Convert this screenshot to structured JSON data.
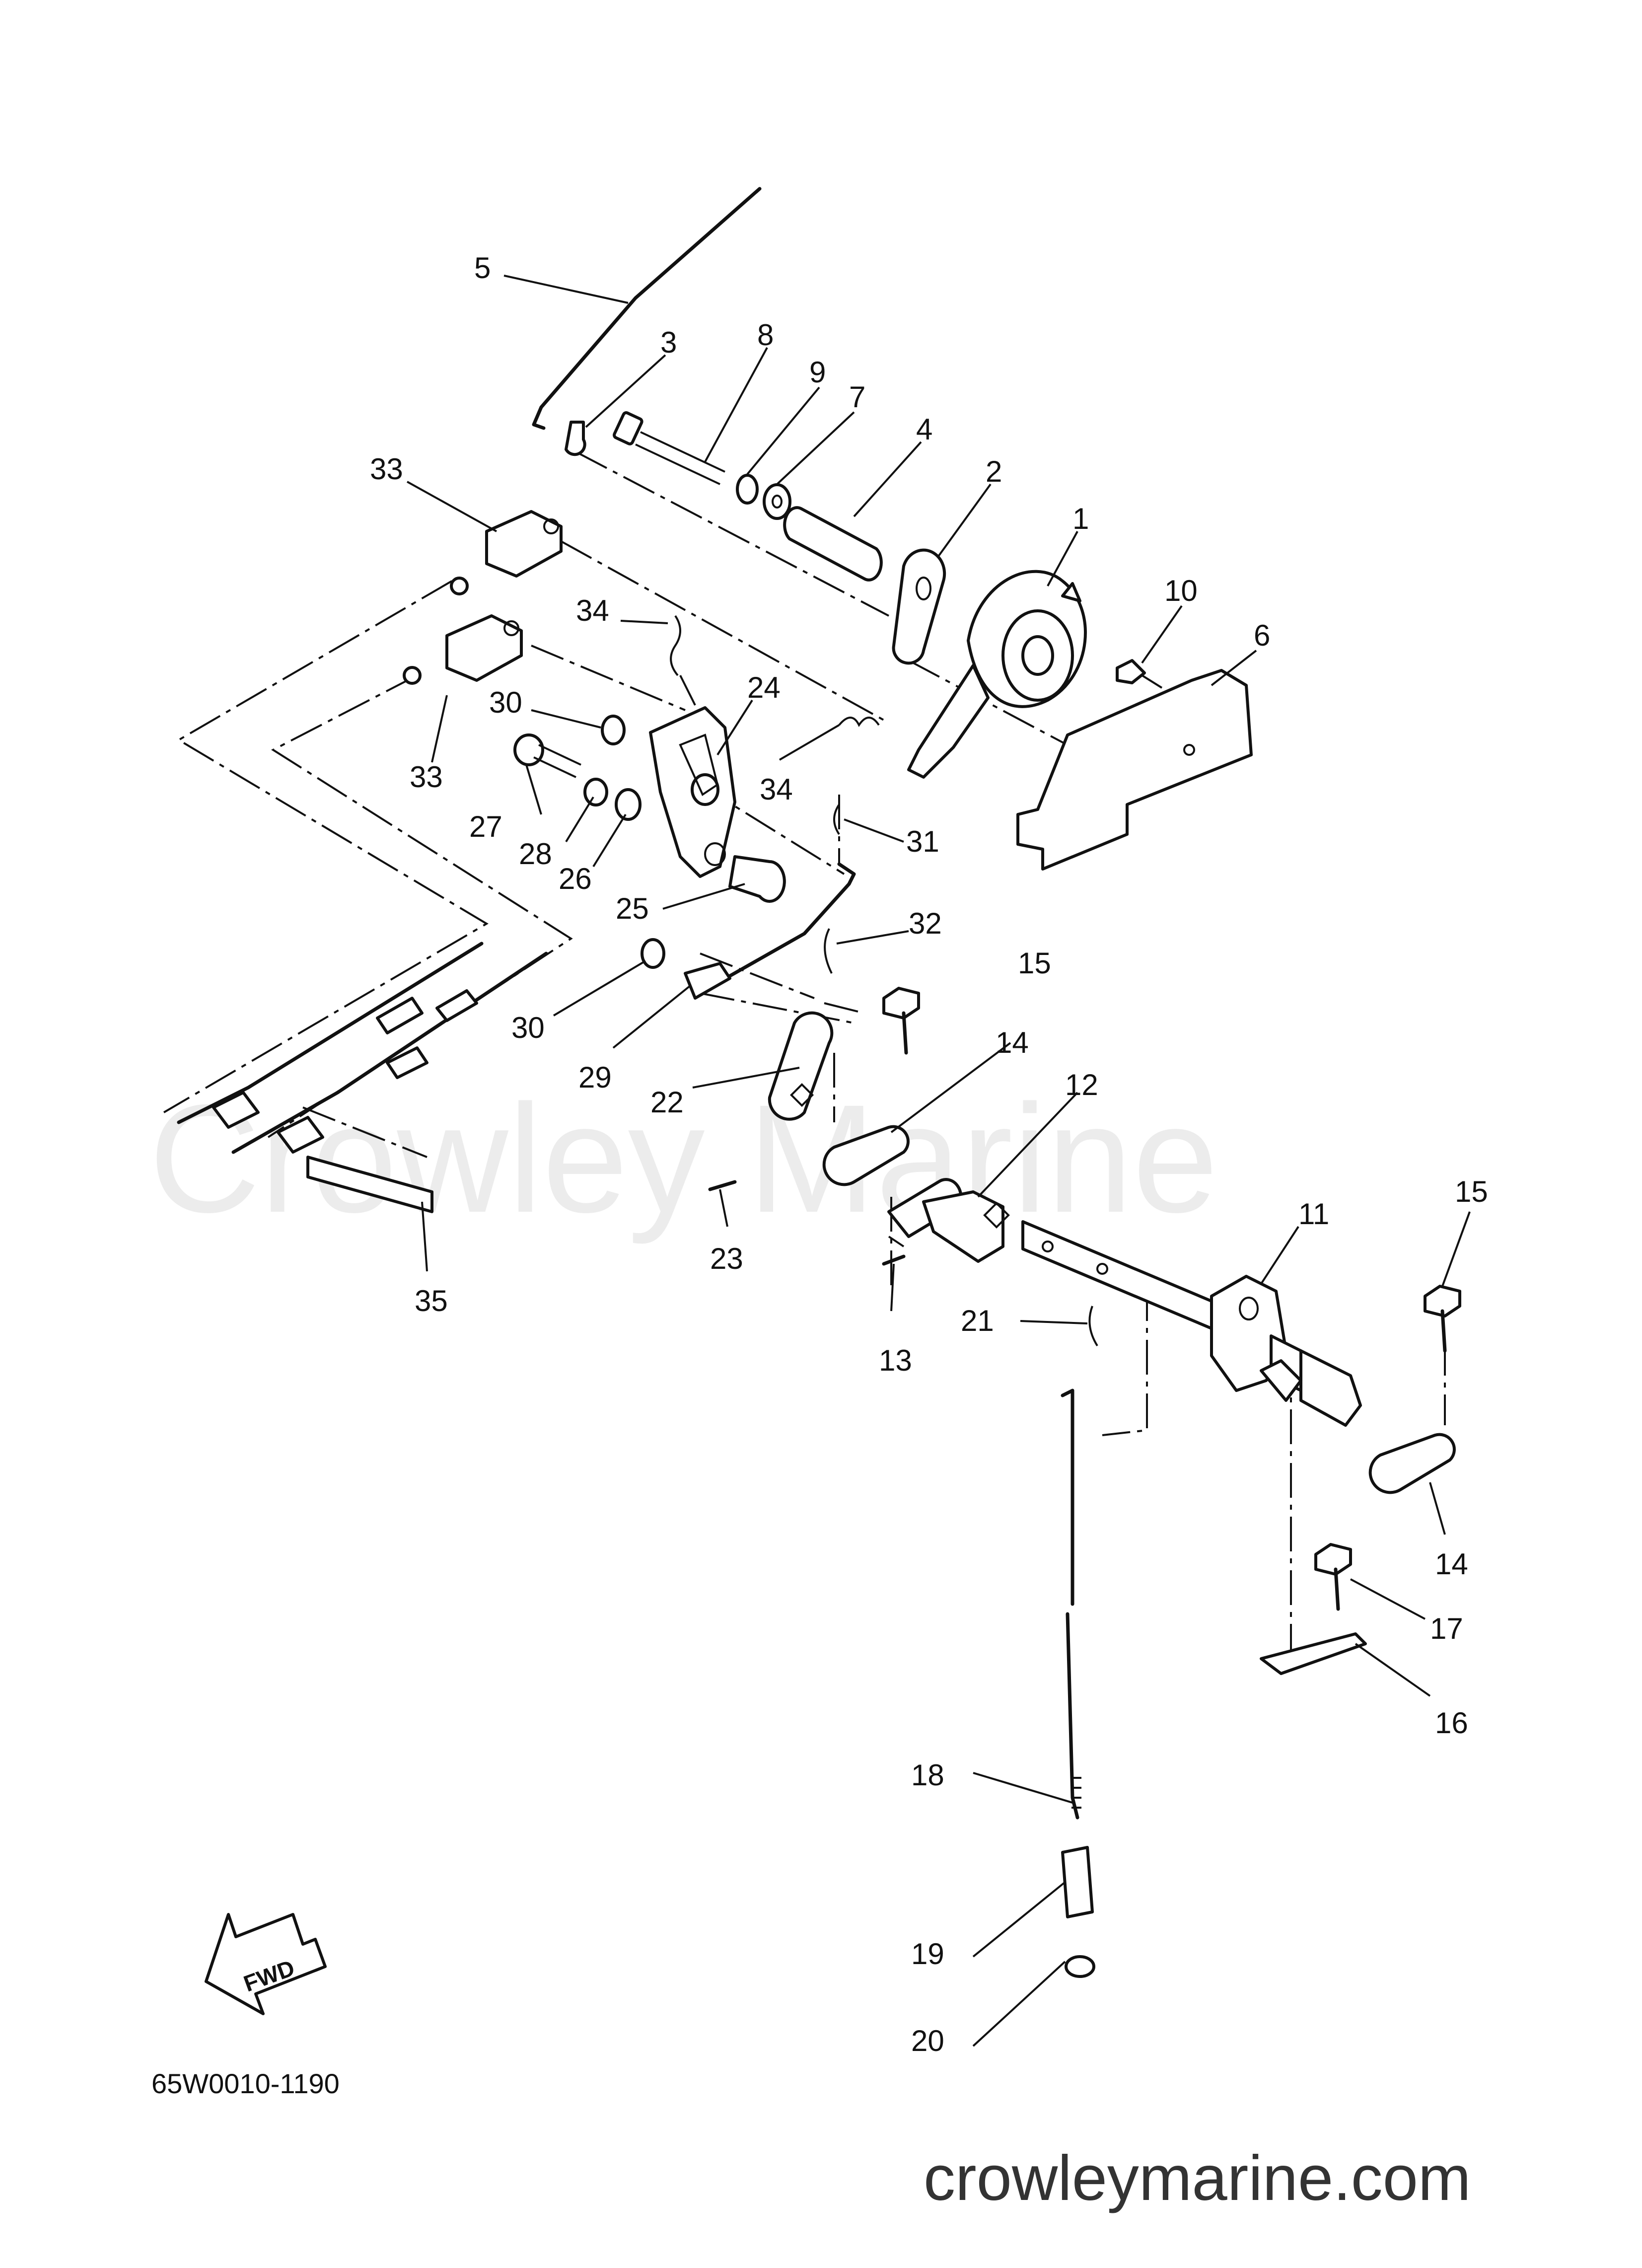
{
  "watermark": "Crowley Marine",
  "diagram_code": "65W0010-1190",
  "fwd_label": "FWD",
  "site_url": "crowleymarine.com",
  "callouts": {
    "c1": "1",
    "c2": "2",
    "c3": "3",
    "c4": "4",
    "c5": "5",
    "c6": "6",
    "c7": "7",
    "c8": "8",
    "c9": "9",
    "c10": "10",
    "c11": "11",
    "c12": "12",
    "c13": "13",
    "c14a": "14",
    "c14b": "14",
    "c15a": "15",
    "c15b": "15",
    "c16": "16",
    "c17": "17",
    "c18": "18",
    "c19": "19",
    "c20": "20",
    "c21": "21",
    "c22": "22",
    "c23": "23",
    "c24": "24",
    "c25": "25",
    "c26": "26",
    "c27": "27",
    "c28": "28",
    "c29": "29",
    "c30a": "30",
    "c30b": "30",
    "c31": "31",
    "c32": "32",
    "c33a": "33",
    "c33b": "33",
    "c34a": "34",
    "c34b": "34",
    "c35": "35"
  }
}
